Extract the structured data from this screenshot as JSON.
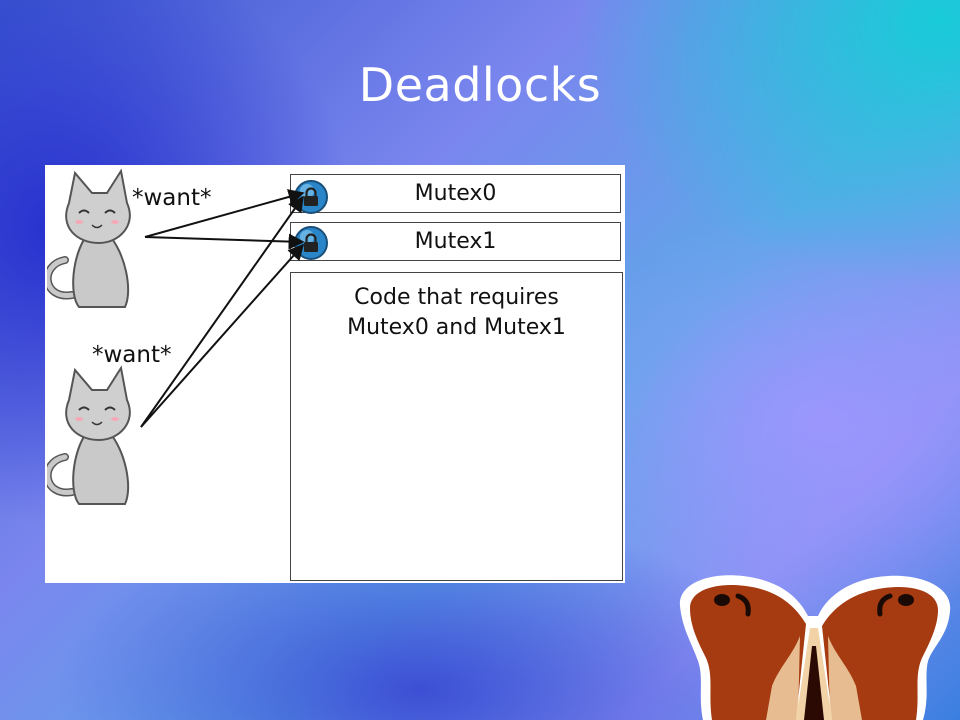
{
  "slide": {
    "title": "Deadlocks"
  },
  "diagram": {
    "mutexes": [
      {
        "label": "Mutex0"
      },
      {
        "label": "Mutex1"
      }
    ],
    "code_block": {
      "line1": "Code that requires",
      "line2": "Mutex0 and Mutex1"
    },
    "threads": [
      {
        "want_label": "*want*"
      },
      {
        "want_label": "*want*"
      }
    ]
  },
  "colors": {
    "lock_blue": "#2a86c8",
    "cat_gray": "#c9c9c9",
    "moth_brown": "#a63a10"
  },
  "icons": {
    "lock": "padlock-icon",
    "thread": "cat-illustration",
    "mascot": "moth-illustration"
  }
}
